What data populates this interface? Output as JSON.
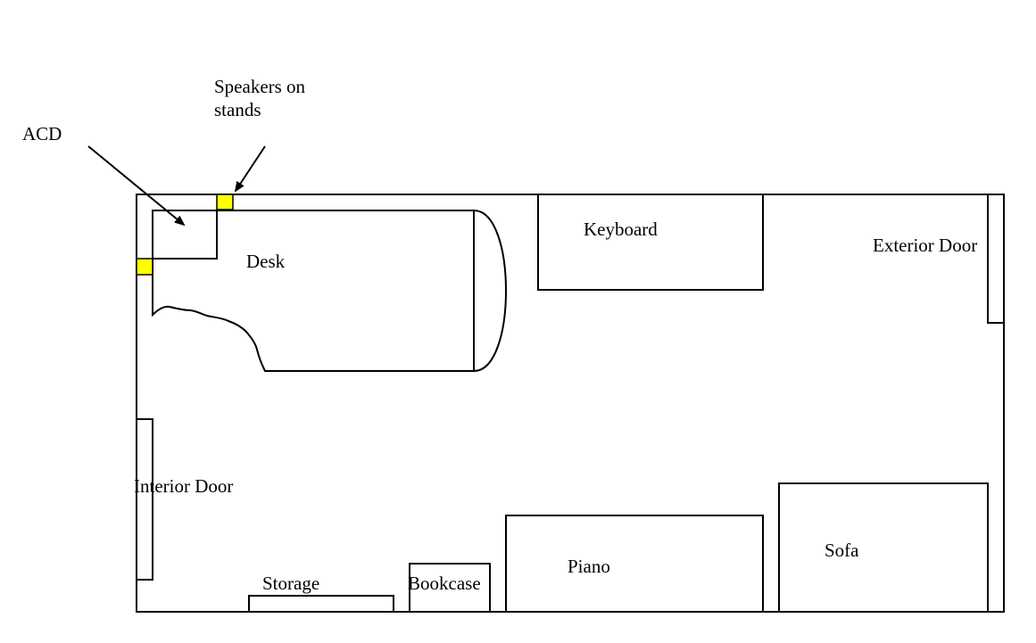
{
  "labels": {
    "speakers_line1": "Speakers on",
    "speakers_line2": "stands",
    "acd": "ACD",
    "desk": "Desk",
    "keyboard": "Keyboard",
    "exterior_door": "Exterior Door",
    "interior_door": "Interior Door",
    "storage": "Storage",
    "bookcase": "Bookcase",
    "piano": "Piano",
    "sofa": "Sofa"
  },
  "colors": {
    "speaker_fill": "#ffff00",
    "line": "#000000",
    "background": "#ffffff"
  }
}
